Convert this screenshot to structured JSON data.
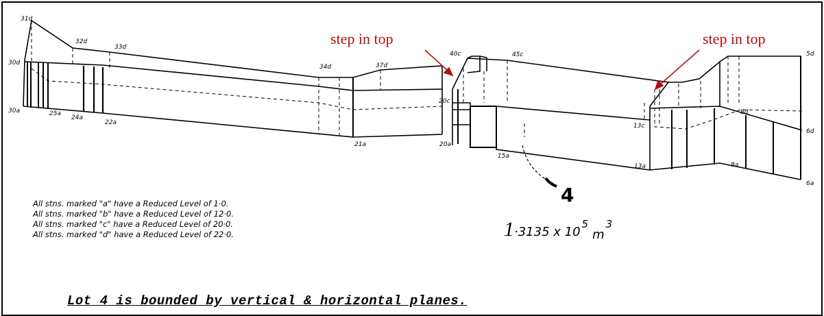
{
  "callouts": {
    "left": "step in top",
    "right": "step in top"
  },
  "station_labels": {
    "s31d": "31d",
    "s30d": "30d",
    "s30a": "30a",
    "s32d": "32d",
    "s33d": "33d",
    "s25a": "25a",
    "s24a": "24a",
    "s22a": "22a",
    "s34d": "34d",
    "s37d": "37d",
    "s21a": "21a",
    "s40c": "40c",
    "s45c": "45c",
    "s20c": "20c",
    "s20a": "20a",
    "s15a": "15a",
    "s13c": "13c",
    "s13a": "13a",
    "s5d": "5d",
    "s8d": "8d",
    "s6d": "6d",
    "s8a": "8a",
    "s6a": "6a"
  },
  "lot_number": "4",
  "notes": [
    "All stns. marked \"a\" have a Reduced Level of 1·0.",
    "All stns. marked \"b\" have a Reduced Level of 12·0.",
    "All stns. marked \"c\" have a Reduced Level of 20·0.",
    "All stns. marked \"d\" have a Reduced Level of 22·0."
  ],
  "volume": {
    "lead": "1",
    "mantissa": "·3135 x 10",
    "exponent": "5",
    "unit": "m",
    "unit_power": "3"
  },
  "caption": "Lot 4 is bounded by vertical & horizontal planes.",
  "colors": {
    "callout": "#b01010",
    "line": "#000000"
  }
}
